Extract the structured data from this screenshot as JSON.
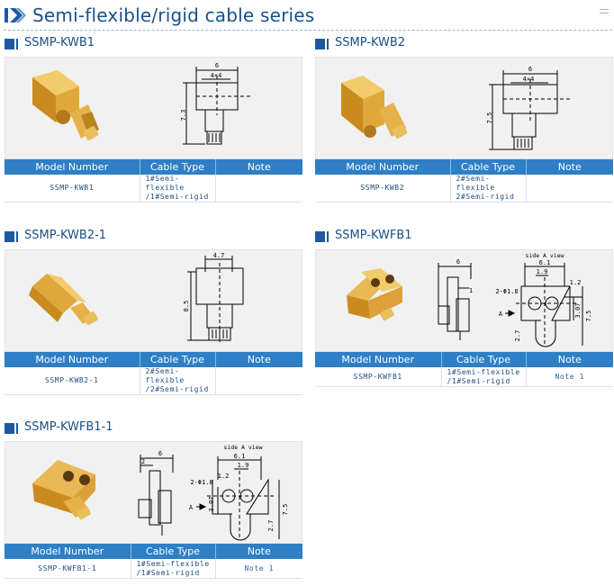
{
  "page": {
    "title": "Semi-flexible/rigid cable series"
  },
  "table_headers": {
    "model": "Model Number",
    "cable": "Cable Type",
    "note": "Note"
  },
  "products": [
    {
      "heading": "SSMP-KWB1",
      "model": "SSMP-KWB1",
      "cable_line1": "1#Semi-flexible",
      "cable_line2": "/1#Semi-rigid",
      "note": "",
      "dims": [
        "6",
        "4×4",
        "7.3"
      ]
    },
    {
      "heading": "SSMP-KWB2",
      "model": "SSMP-KWB2",
      "cable_line1": "2#Semi-flexible",
      "cable_line2": "2#Semi-rigid",
      "note": "",
      "dims": [
        "6",
        "4×4",
        "7.5"
      ]
    },
    {
      "heading": "SSMP-KWB2-1",
      "model": "SSMP-KWB2-1",
      "cable_line1": "2#Semi-flexible",
      "cable_line2": "/2#Semi-rigid",
      "note": "",
      "dims": [
        "4.7",
        "8.5"
      ]
    },
    {
      "heading": "SSMP-KWFB1",
      "model": "SSMP-KWFB1",
      "cable_line1": "1#Semi-flexible",
      "cable_line2": "/1#Semi-rigid",
      "note": "Note 1",
      "dims": [
        "6",
        "1",
        "side A view",
        "6.1",
        "1.9",
        "1.2",
        "2-Φ1.8",
        "A",
        "2.7",
        "3.07",
        "7.5"
      ]
    },
    {
      "heading": "SSMP-KWFB1-1",
      "model": "SSMP-KWFB1-1",
      "cable_line1": "1#Semi-flexible",
      "cable_line2": "/1#Semi-rigid",
      "note": "Note 1",
      "dims": [
        "6",
        "2",
        "side A view",
        "6.1",
        "1.9",
        "1.2",
        "2-Φ1.8",
        "A",
        "3.07",
        "2.7",
        "7.5"
      ]
    }
  ],
  "colors": {
    "title": "#1b4f8a",
    "header_fill": "#2e7fc6",
    "gold": "#d9a53a"
  }
}
